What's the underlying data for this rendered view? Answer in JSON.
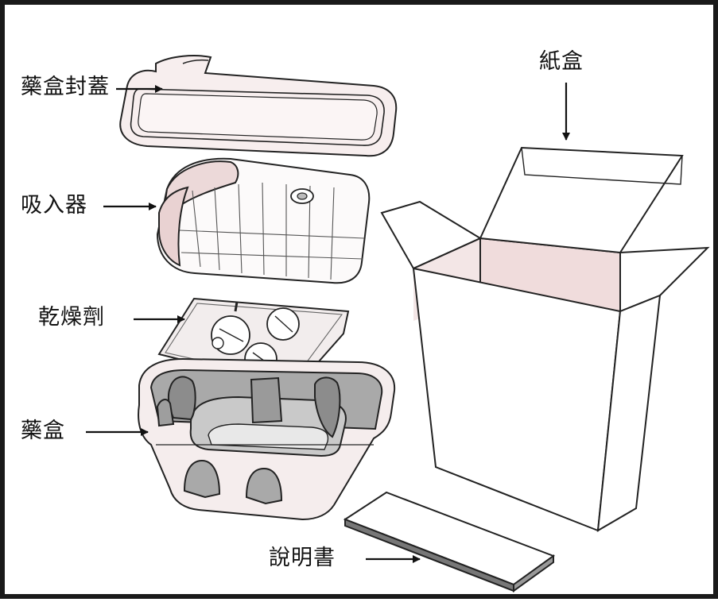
{
  "labels": {
    "lid": "藥盒封蓋",
    "inhaler": "吸入器",
    "desiccant": "乾燥劑",
    "tray": "藥盒",
    "carton": "紙盒",
    "leaflet": "說明書"
  },
  "colors": {
    "border": "#1a1a1a",
    "outline": "#222222",
    "pink_shade": "#ecd9d9",
    "light_pink": "#f4e8e8",
    "gray_shade": "#a9a9a9",
    "dark_gray": "#8c8c8c"
  }
}
